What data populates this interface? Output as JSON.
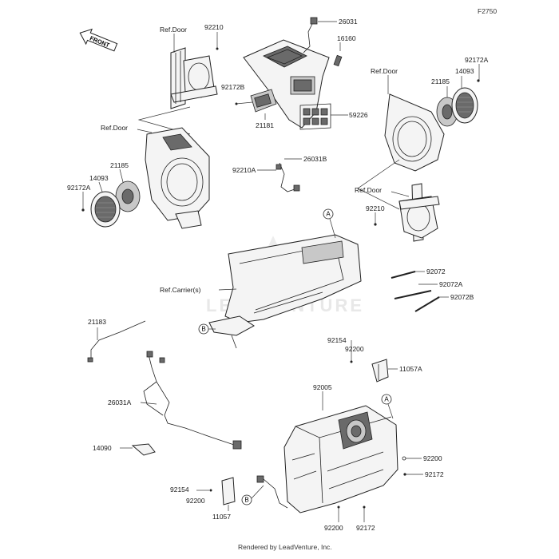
{
  "figure_code": "F2750",
  "front_label": "FRONT",
  "watermark": "LEADVENTURE",
  "footer": "Rendered by LeadVenture, Inc.",
  "callouts": {
    "a": "A",
    "b": "B"
  },
  "labels": {
    "p92210_top": "92210",
    "ref_door_top": "Ref.Door",
    "p26031": "26031",
    "p16160": "16160",
    "p92172B": "92172B",
    "p21181": "21181",
    "p59226": "59226",
    "ref_door_right": "Ref.Door",
    "p92172A_right": "92172A",
    "p14093_right": "14093",
    "p21185_right": "21185",
    "ref_door_left": "Ref.Door",
    "p21185_left": "21185",
    "p14093_left": "14093",
    "p92172A_left": "92172A",
    "p26031B": "26031B",
    "p92210A": "92210A",
    "ref_door_right2": "Ref.Door",
    "p92210_right": "92210",
    "ref_carrier": "Ref.Carrier(s)",
    "p92072": "92072",
    "p92072A": "92072A",
    "p92072B": "92072B",
    "p21183": "21183",
    "p92154_right": "92154",
    "p92200_right_top": "92200",
    "p11057A": "11057A",
    "p26031A": "26031A",
    "p92005": "92005",
    "p14090": "14090",
    "p92200_right_mid": "92200",
    "p92172_right": "92172",
    "p92154_left": "92154",
    "p92200_left": "92200",
    "p11057": "11057",
    "p92200_bottom": "92200",
    "p92172_bottom": "92172"
  }
}
